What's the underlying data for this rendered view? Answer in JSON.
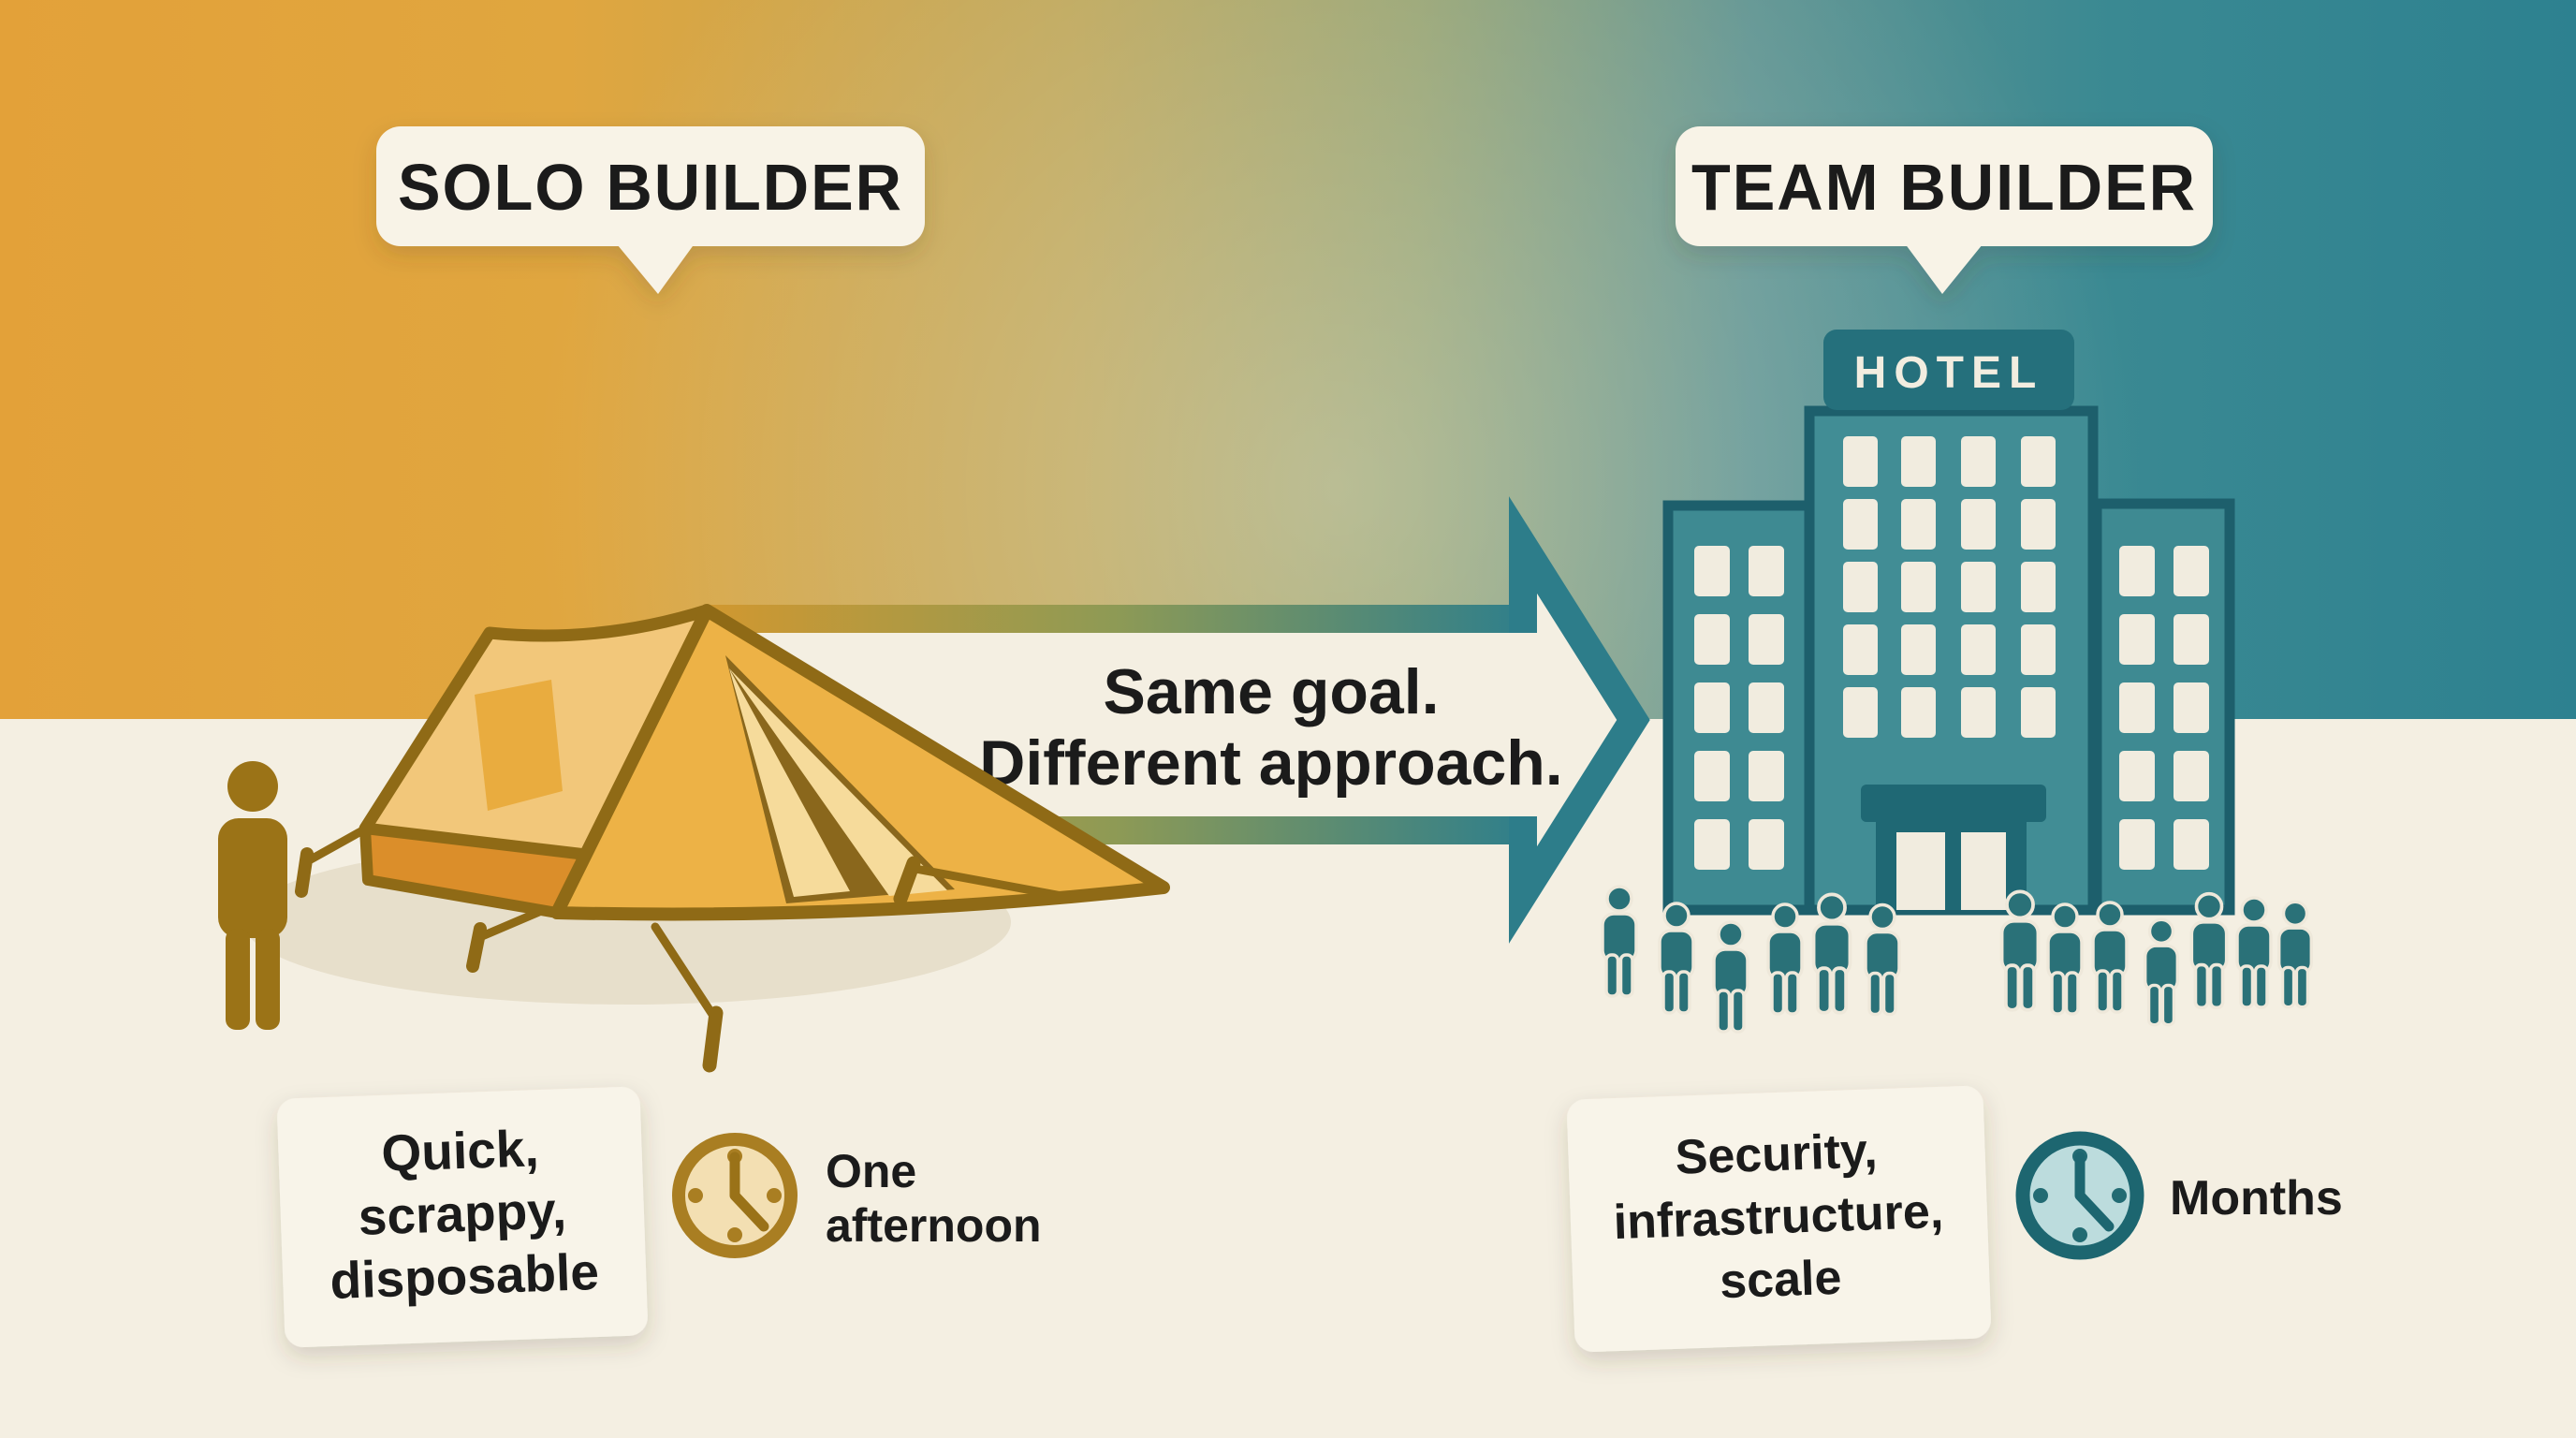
{
  "solo": {
    "bubble_label": "SOLO BUILDER",
    "card_lines": [
      "Quick,",
      "scrappy,",
      "disposable"
    ],
    "time_lines": [
      "One",
      "afternoon"
    ]
  },
  "team": {
    "bubble_label": "TEAM BUILDER",
    "hotel_sign": "HOTEL",
    "card_lines": [
      "Security,",
      "infrastructure,",
      "scale"
    ],
    "time_label": "Months"
  },
  "center": {
    "line1": "Same goal.",
    "line2": "Different approach."
  },
  "colors": {
    "solo_accent": "#E2A23B",
    "team_accent": "#2E8291",
    "ground": "#F4EFE2",
    "ink": "#1B1B1B",
    "tent_fill": "#EDB246",
    "tent_outline": "#8F6A16",
    "hotel_fill": "#418D95",
    "hotel_outline": "#1D5F6C",
    "clock_gold": "#A97E22",
    "clock_teal": "#1D6670"
  }
}
